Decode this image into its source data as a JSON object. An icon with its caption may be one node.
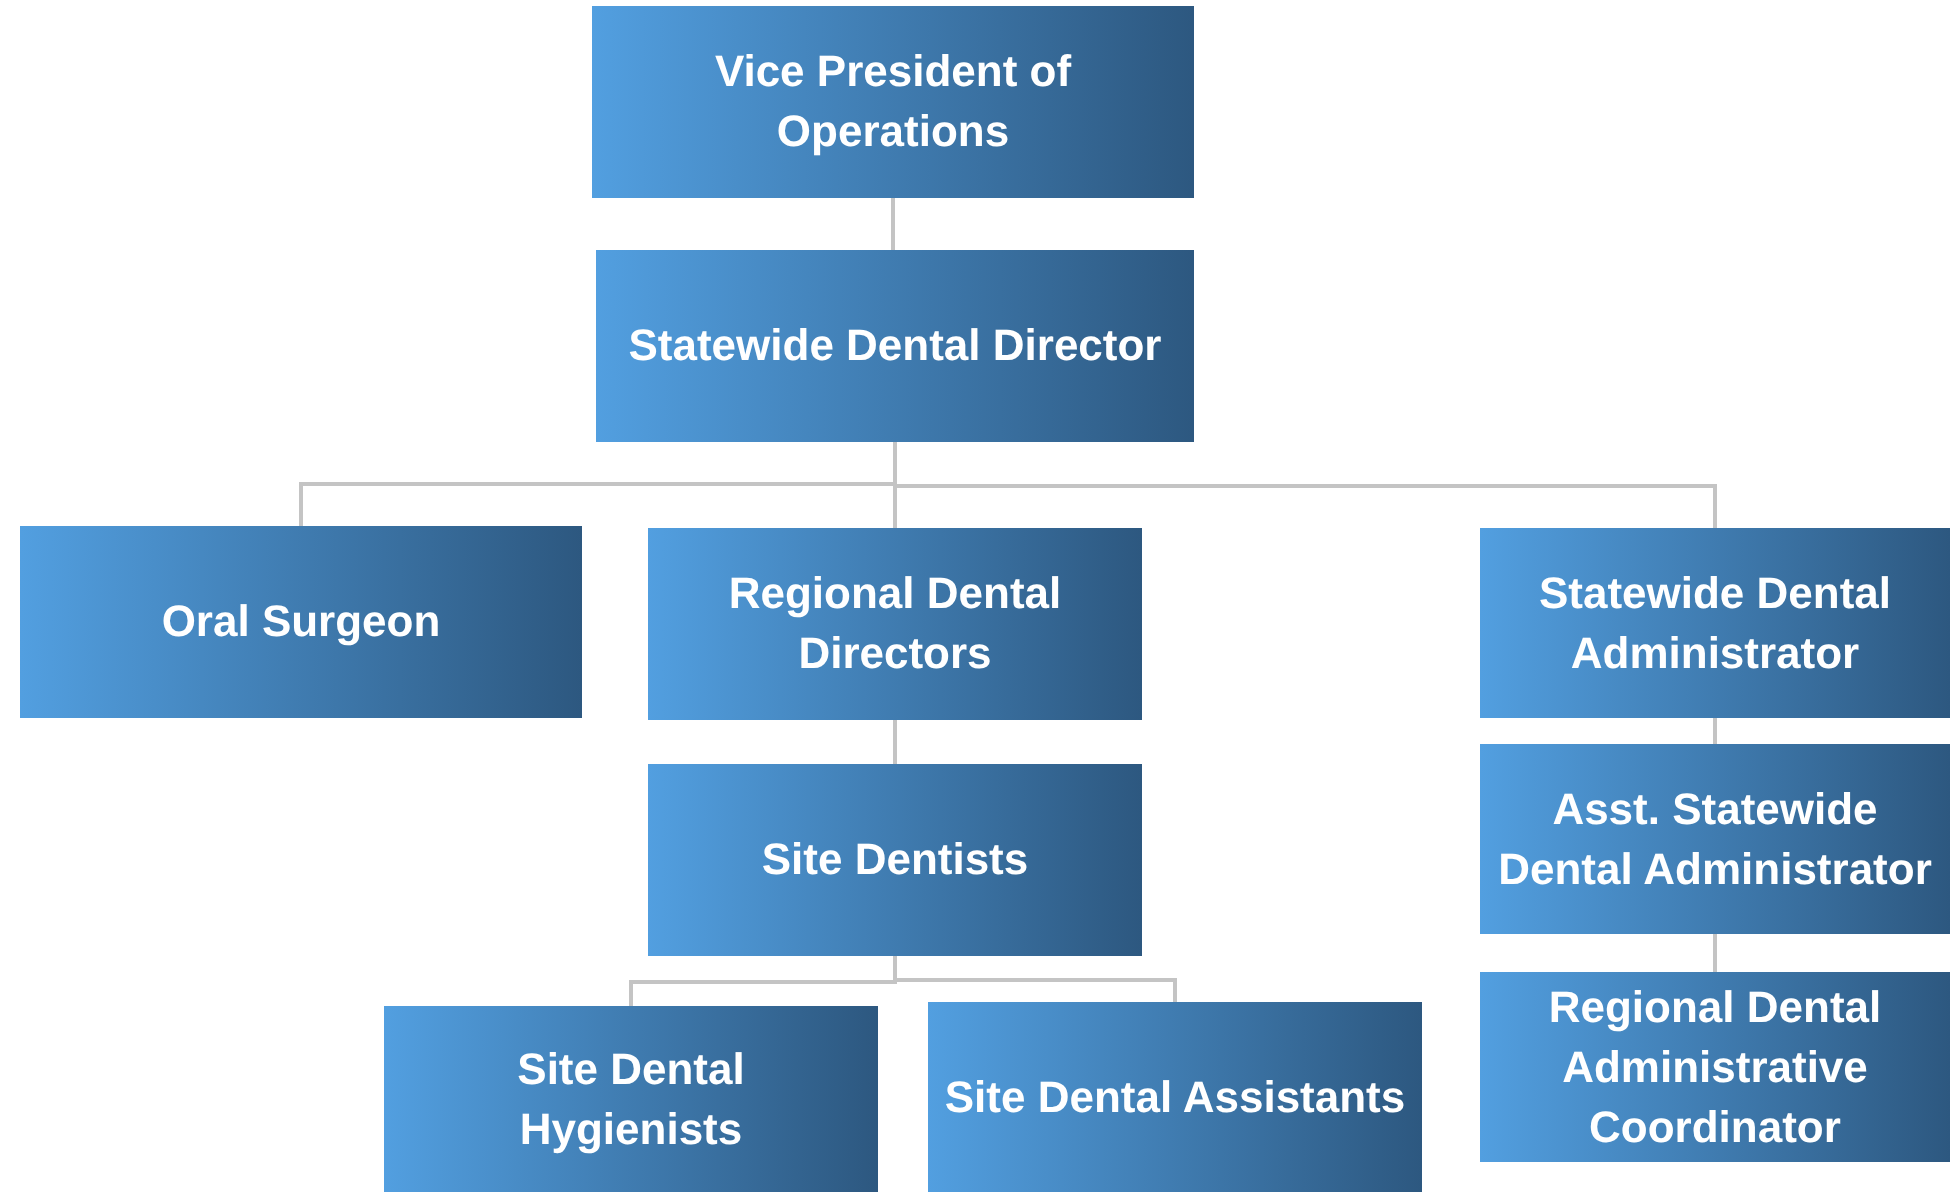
{
  "diagram": {
    "nodes": [
      {
        "text": [
          "Vice President of Operations"
        ]
      },
      {
        "text": [
          "Statewide Dental Director"
        ]
      },
      {
        "text": [
          "Oral Surgeon"
        ]
      },
      {
        "text": [
          "Regional Dental Directors"
        ]
      },
      {
        "text": [
          "Statewide Dental Administrator"
        ]
      },
      {
        "text": [
          "Site Dentists"
        ]
      },
      {
        "text": [
          "Asst. Statewide Dental Administrator"
        ]
      },
      {
        "text": [
          "Regional Dental Administrative Coordinator"
        ]
      },
      {
        "text": [
          "Site Dental Hygienists"
        ]
      },
      {
        "text": [
          "Site Dental Assistants"
        ]
      }
    ],
    "edges": [
      {
        "from": 0,
        "to": 1,
        "arrow": "none"
      },
      {
        "from": 1,
        "to": 2,
        "arrow": "none"
      },
      {
        "from": 1,
        "to": 3,
        "arrow": "none"
      },
      {
        "from": 1,
        "to": 4,
        "arrow": "none"
      },
      {
        "from": 3,
        "to": 5,
        "arrow": "none"
      },
      {
        "from": 5,
        "to": 8,
        "arrow": "none"
      },
      {
        "from": 5,
        "to": 9,
        "arrow": "none"
      },
      {
        "from": 4,
        "to": 6,
        "arrow": "none"
      },
      {
        "from": 6,
        "to": 7,
        "arrow": "none"
      }
    ]
  }
}
